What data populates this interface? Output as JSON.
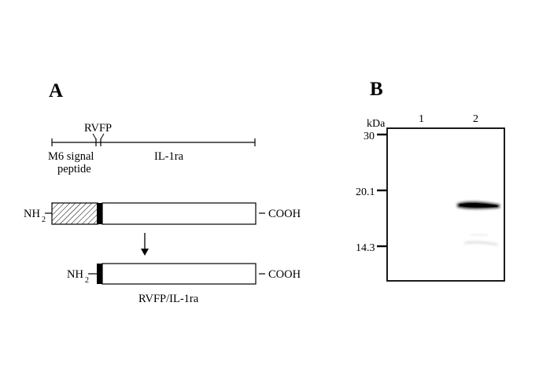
{
  "panel_a": {
    "letter": "A",
    "scheme": {
      "insert_label": "RVFP",
      "signal_label_line1": "M6 signal",
      "signal_label_line2": "peptide",
      "protein_label": "IL-1ra"
    },
    "precursor": {
      "n_term": "NH",
      "n_term_sub": "2",
      "c_term": "COOH"
    },
    "fusion": {
      "n_term": "NH",
      "n_term_sub": "2",
      "c_term": "COOH",
      "caption": "RVFP/IL-1ra"
    }
  },
  "panel_b": {
    "letter": "B",
    "unit_label": "kDa",
    "lanes": [
      "1",
      "2"
    ],
    "markers": [
      "30",
      "20.1",
      "14.3"
    ],
    "marker_values_kda": [
      30,
      20.1,
      14.3
    ],
    "band": {
      "lane": "2",
      "approx_kda": 19
    }
  },
  "colors": {
    "ink": "#000000",
    "band": "#111111",
    "faint_band": "#bdbdbd",
    "membrane": "#ffffff"
  }
}
